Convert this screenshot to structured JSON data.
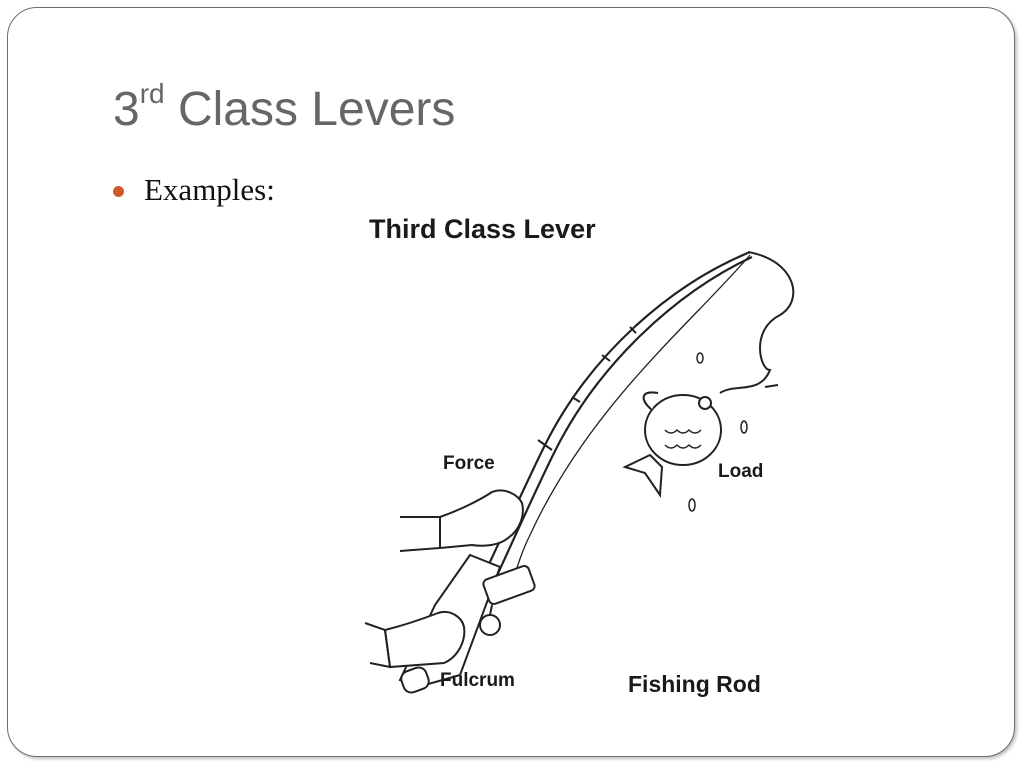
{
  "slide": {
    "title_main": "3",
    "title_sup": "rd",
    "title_rest": " Class Levers",
    "bullet": "Examples:",
    "accent_color": "#d2572b"
  },
  "figure": {
    "heading": "Third Class Lever",
    "labels": {
      "force": "Force",
      "load": "Load",
      "fulcrum": "Fulcrum",
      "caption": "Fishing Rod"
    }
  }
}
